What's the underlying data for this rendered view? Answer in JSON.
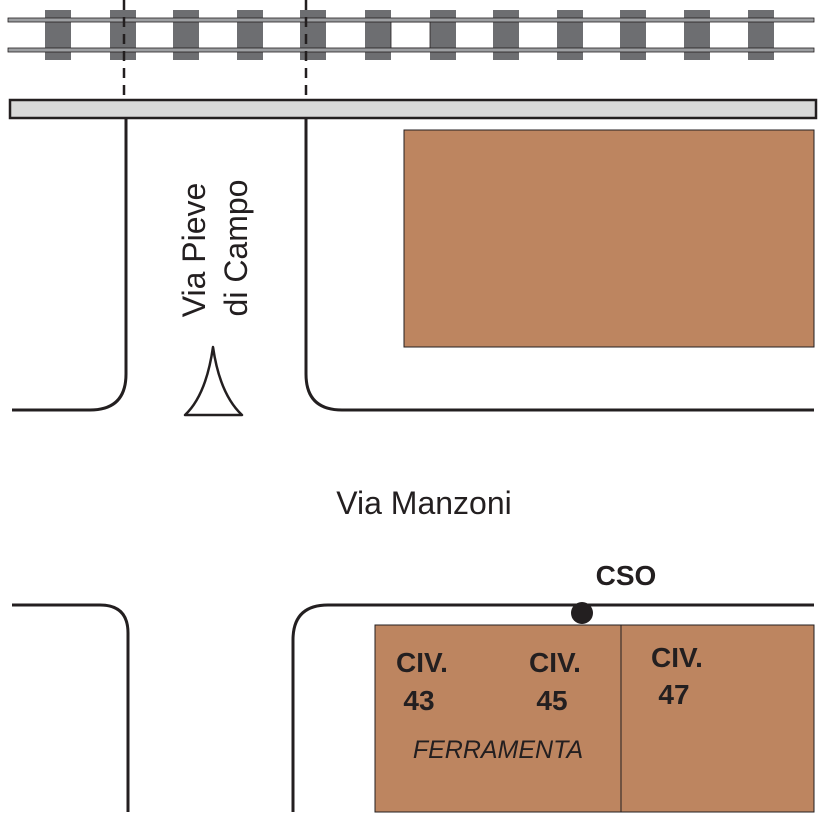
{
  "colors": {
    "building": "#bd8560",
    "line": "#231f20",
    "rail_sleeper": "#6d6e71",
    "rail": "#9d9fa2",
    "sidewalk": "#d9d9d9",
    "background": "#ffffff"
  },
  "streets": {
    "vertical": {
      "line1": "Via Pieve",
      "line2": "di Campo"
    },
    "horizontal": "Via Manzoni"
  },
  "marker": {
    "label": "CSO",
    "symbol": "point-marker"
  },
  "direction": {
    "symbol": "north-arrow-icon"
  },
  "addresses": [
    {
      "prefix": "CIV.",
      "number": "43"
    },
    {
      "prefix": "CIV.",
      "number": "45"
    },
    {
      "prefix": "CIV.",
      "number": "47"
    }
  ],
  "shop": "FERRAMENTA"
}
